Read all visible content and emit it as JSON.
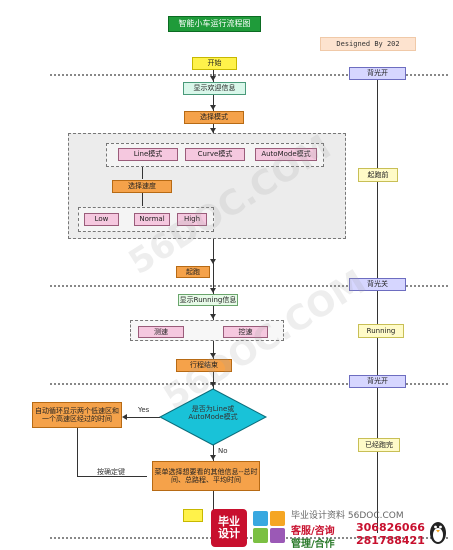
{
  "title": "智能小车运行流程图",
  "designed_by": "Designed By 202",
  "nodes": {
    "start": "开始",
    "welcome": "显示欢迎信息",
    "select_mode": "选择模式",
    "mode_line": "Line模式",
    "mode_curve": "Curve模式",
    "mode_auto": "AutoMode模式",
    "select_speed": "选择速度",
    "speed_low": "Low",
    "speed_normal": "Normal",
    "speed_high": "High",
    "run": "起跑",
    "running_info": "显示Running信息",
    "speed_measure": "测速",
    "control": "控速",
    "end_run": "行程结束",
    "decision": "是否为Line或AutoMode模式",
    "auto_loop": "自动循环显示两个低速区和一个高速区经过的时间",
    "menu_other": "菜单选择想要看的其他信息--总时间、总路程、平均时间"
  },
  "edges": {
    "yes": "Yes",
    "no": "No",
    "confirm_key": "按确定键"
  },
  "right_column": {
    "backlight_on_1": "背光开",
    "before_run": "起跑前",
    "backlight_off": "背光关",
    "running": "Running",
    "backlight_on_2": "背光开",
    "finished": "已经跑完"
  },
  "watermark": "56DOC.COM",
  "footer": {
    "logo_line1": "毕业",
    "logo_line2": "设计",
    "site": "毕业设计资料 56DOC.COM",
    "service_label": "客服/咨询",
    "service_number": "306826066",
    "manage_label": "管理/合作",
    "manage_number": "281788421"
  }
}
